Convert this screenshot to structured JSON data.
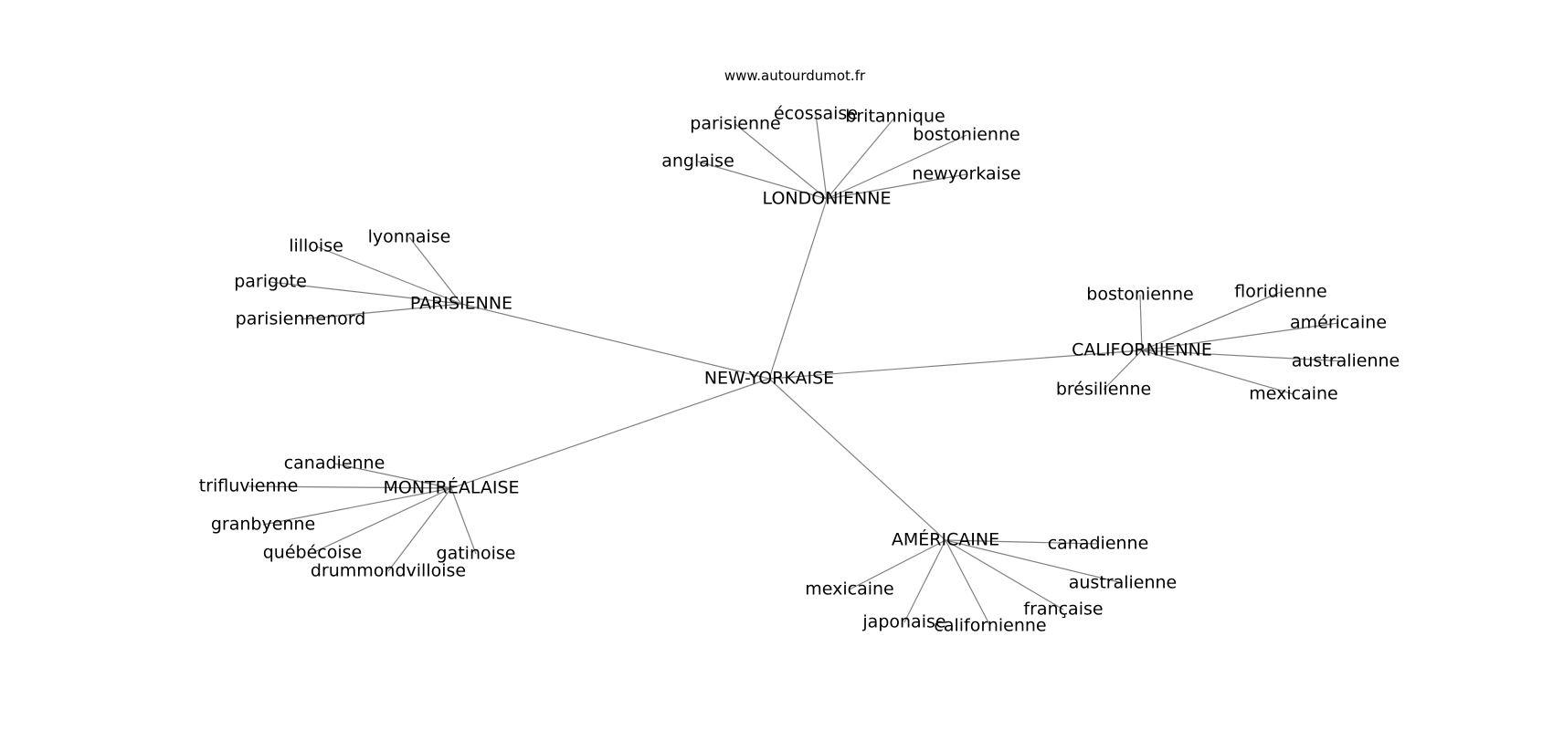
{
  "watermark": "www.autourdumot.fr",
  "graph": {
    "center": "NEW-YORKAISE",
    "clusters": [
      {
        "hub": "LONDONIENNE",
        "leaves": [
          "parisienne",
          "écossaise",
          "britannique",
          "bostonienne",
          "anglaise",
          "newyorkaise"
        ]
      },
      {
        "hub": "PARISIENNE",
        "leaves": [
          "lilloise",
          "lyonnaise",
          "parigote",
          "parisiennenord"
        ]
      },
      {
        "hub": "CALIFORNIENNE",
        "leaves": [
          "bostonienne",
          "floridienne",
          "américaine",
          "australienne",
          "mexicaine",
          "brésilienne"
        ]
      },
      {
        "hub": "MONTRÉALAISE",
        "leaves": [
          "canadienne",
          "trifluvienne",
          "granbyenne",
          "québécoise",
          "drummondvilloise",
          "gatinoise"
        ]
      },
      {
        "hub": "AMÉRICAINE",
        "leaves": [
          "canadienne",
          "australienne",
          "mexicaine",
          "française",
          "japonaise",
          "californienne"
        ]
      }
    ]
  }
}
